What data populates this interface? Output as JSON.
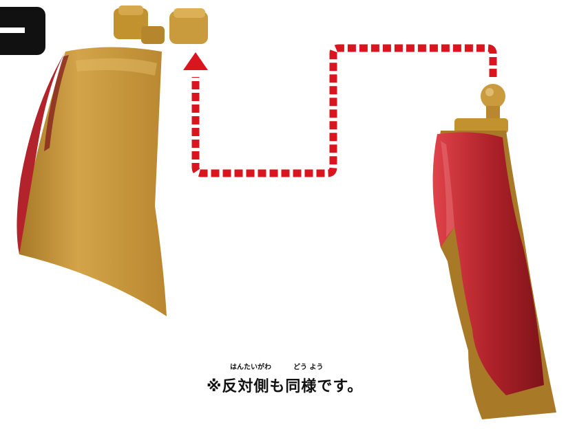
{
  "step_badge": "",
  "note": {
    "ruby_1": "はんたいがわ",
    "ruby_2": "どう よう",
    "text": "※反対側も同様です。"
  },
  "colors": {
    "gold": "#c89a3a",
    "gold_dark": "#9a7124",
    "red": "#b3232b",
    "red_dark": "#7d1418",
    "arrow": "#d9161f"
  },
  "icons": [
    "cape-part-left",
    "cape-part-right",
    "dotted-arrow"
  ]
}
